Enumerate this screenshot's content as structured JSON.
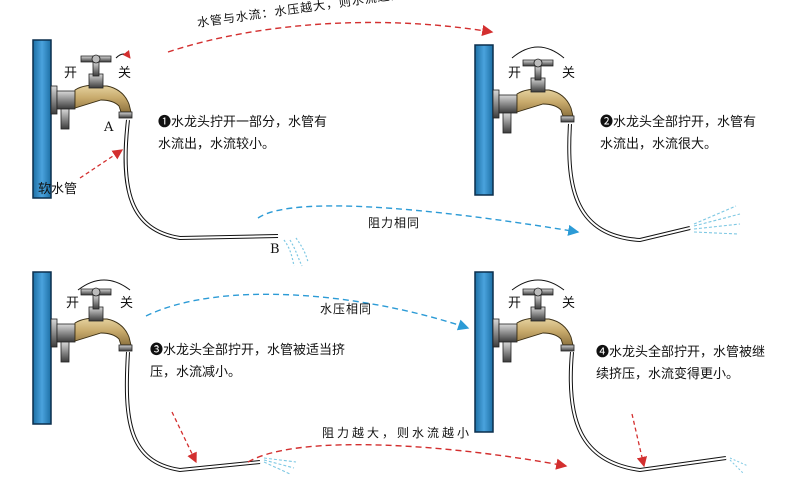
{
  "arrows": {
    "top": "水管与水流：水压越大，则水流越大",
    "middle_right": "阻力相同",
    "middle_left": "水压相同",
    "bottom": "阻力越大，则水流越小"
  },
  "labels": {
    "point_a": "A",
    "point_b": "B",
    "hose": "软水管",
    "open": "开",
    "close": "关"
  },
  "captions": [
    {
      "num": "❶",
      "text": "水龙头拧开一部分，水管有水流出，水流较小。"
    },
    {
      "num": "❷",
      "text": "水龙头全部拧开，水管有水流出，水流很大。"
    },
    {
      "num": "❸",
      "text": "水龙头全部拧开，水管被适当挤压，水流减小。"
    },
    {
      "num": "❹",
      "text": "水龙头全部拧开，水管被继续挤压，水流变得更小。"
    }
  ],
  "colors": {
    "wall": "#2e86c1",
    "wall_edge": "#0b2f4d",
    "faucet": "#c6a86a",
    "red_arrow": "#d32f2f",
    "blue_arrow": "#2c9bd6",
    "water": "#7ec8e3"
  }
}
